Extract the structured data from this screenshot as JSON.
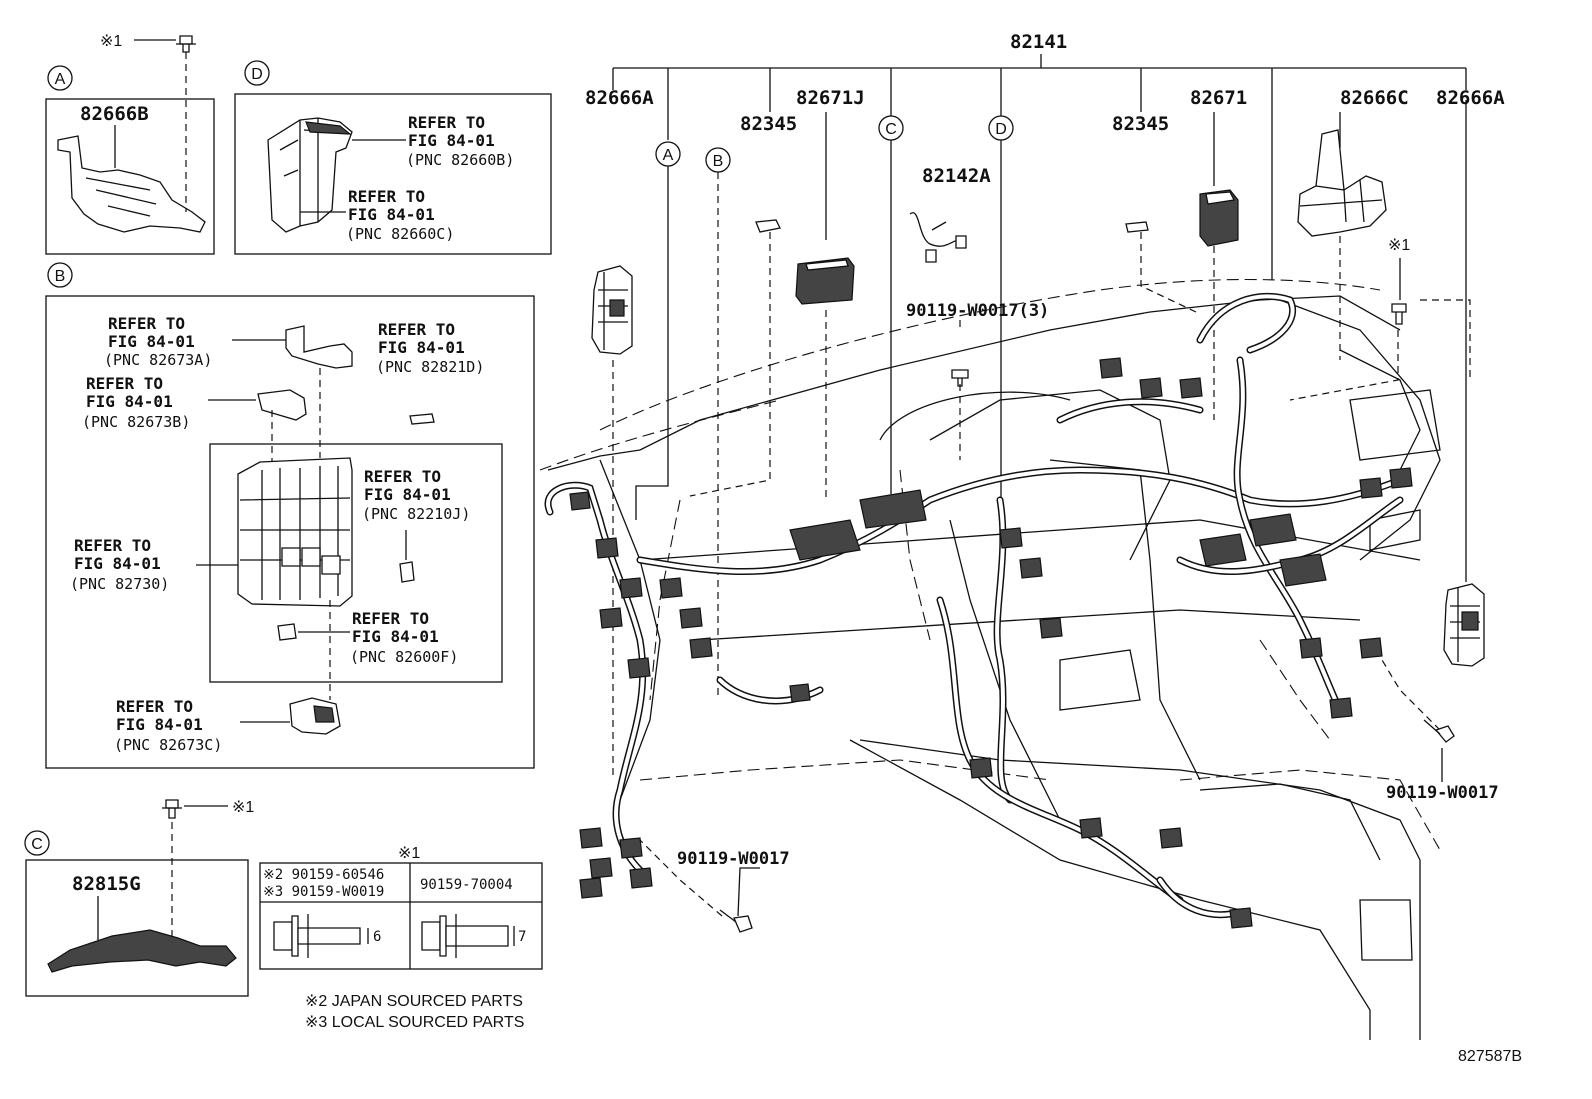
{
  "figure_id": "827587B",
  "main_part": "82141",
  "parts": {
    "p82666A_left": "82666A",
    "p82671J": "82671J",
    "p82345_left": "82345",
    "p82142A": "82142A",
    "p82345_right": "82345",
    "p82671": "82671",
    "p82666C": "82666C",
    "p82666A_right": "82666A",
    "bolt_upper": "90119-W0017(3)",
    "bolt_right": "90119-W0017",
    "bolt_lower": "90119-W0017"
  },
  "markers": {
    "A": "A",
    "B": "B",
    "C": "C",
    "D": "D"
  },
  "note_mark": "※1",
  "inset_A": {
    "part": "82666B"
  },
  "inset_D": {
    "ref1": {
      "l1": "REFER TO",
      "l2": "FIG 84-01",
      "l3": "(PNC 82660B)"
    },
    "ref2": {
      "l1": "REFER TO",
      "l2": "FIG 84-01",
      "l3": "(PNC 82660C)"
    }
  },
  "inset_B": {
    "ref_82673A": {
      "l1": "REFER TO",
      "l2": "FIG 84-01",
      "l3": "(PNC 82673A)"
    },
    "ref_82821D": {
      "l1": "REFER TO",
      "l2": "FIG 84-01",
      "l3": "(PNC 82821D)"
    },
    "ref_82673B": {
      "l1": "REFER TO",
      "l2": "FIG 84-01",
      "l3": "(PNC 82673B)"
    },
    "ref_82210J": {
      "l1": "REFER TO",
      "l2": "FIG 84-01",
      "l3": "(PNC 82210J)"
    },
    "ref_82730": {
      "l1": "REFER TO",
      "l2": "FIG 84-01",
      "l3": "(PNC 82730)"
    },
    "ref_82600F": {
      "l1": "REFER TO",
      "l2": "FIG 84-01",
      "l3": "(PNC 82600F)"
    },
    "ref_82673C": {
      "l1": "REFER TO",
      "l2": "FIG 84-01",
      "l3": "(PNC 82673C)"
    }
  },
  "inset_C": {
    "part": "82815G"
  },
  "bolt_table": {
    "col1_row1": "※2 90159-60546",
    "col1_row2": "※3 90159-W0019",
    "col2": "90159-70004",
    "dim1": "6",
    "dim2": "7"
  },
  "notes": {
    "n2": "※2 JAPAN SOURCED PARTS",
    "n3": "※3 LOCAL SOURCED PARTS"
  }
}
